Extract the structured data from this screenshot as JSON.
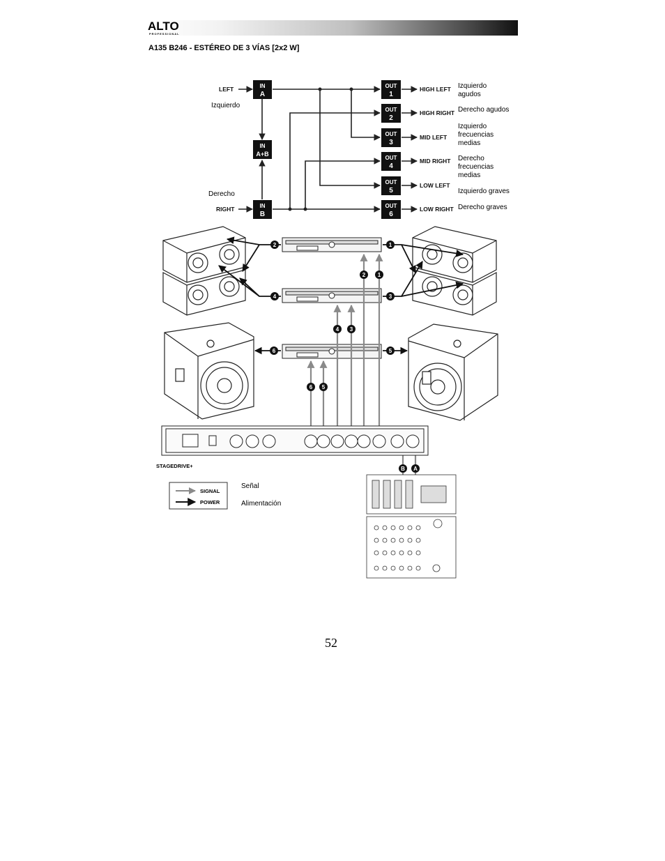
{
  "brand": {
    "logo": "ALTO",
    "logo_sub": "PROFESSIONAL"
  },
  "title": "A135 B246 - ESTÉREO DE 3 VÍAS [2x2 W]",
  "routing": {
    "inputs": [
      {
        "port": "LEFT",
        "box_top": "IN",
        "box_bottom": "A",
        "label": "Izquierdo"
      },
      {
        "port": "",
        "box_top": "IN",
        "box_bottom": "A+B",
        "label": ""
      },
      {
        "port": "RIGHT",
        "box_top": "IN",
        "box_bottom": "B",
        "label": "Derecho"
      }
    ],
    "outputs": [
      {
        "box_top": "OUT",
        "num": "1",
        "port": "HIGH LEFT",
        "label": "Izquierdo agudos"
      },
      {
        "box_top": "OUT",
        "num": "2",
        "port": "HIGH RIGHT",
        "label": "Derecho agudos"
      },
      {
        "box_top": "OUT",
        "num": "3",
        "port": "MID LEFT",
        "label": "Izquierdo frecuencias medias"
      },
      {
        "box_top": "OUT",
        "num": "4",
        "port": "MID RIGHT",
        "label": "Derecho frecuencias medias"
      },
      {
        "box_top": "OUT",
        "num": "5",
        "port": "LOW LEFT",
        "label": "Izquierdo graves"
      },
      {
        "box_top": "OUT",
        "num": "6",
        "port": "LOW RIGHT",
        "label": "Derecho graves"
      }
    ]
  },
  "markers": {
    "m1": "1",
    "m2": "2",
    "m3": "3",
    "m4": "4",
    "m5": "5",
    "m6": "6",
    "mA": "A",
    "mB": "B"
  },
  "device": {
    "name": "STAGEDRIVE+"
  },
  "legend": {
    "signal": "SIGNAL",
    "power": "POWER",
    "signal_label": "Señal",
    "power_label": "Alimentación"
  },
  "page_number": "52"
}
